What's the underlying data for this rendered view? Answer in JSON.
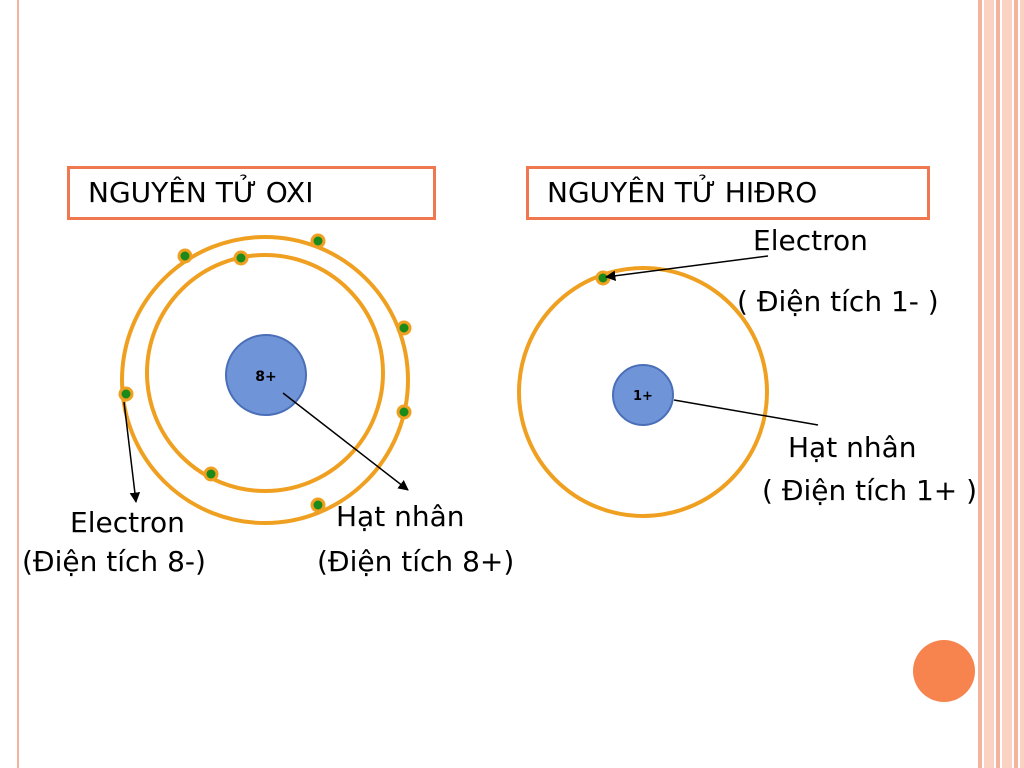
{
  "oxygen": {
    "title": "NGUYÊN TỬ OXI",
    "nucleus_label": "8+",
    "electron_label": "Electron",
    "electron_charge": "(Điện tích 8-)",
    "nucleus_name": "Hạt nhân",
    "nucleus_charge": "(Điện tích 8+)"
  },
  "hydrogen": {
    "title": "NGUYÊN TỬ HIĐRO",
    "nucleus_label": "1+",
    "electron_label": "Electron",
    "electron_charge": "( Điện tích 1- )",
    "nucleus_name": "Hạt nhân",
    "nucleus_charge": "( Điện tích  1+ )"
  },
  "colors": {
    "orbit": "#f0a020",
    "nucleus": "#7094d8",
    "electron": "#1a8a1a",
    "title_border": "#f07850",
    "accent_circle": "#f7844f"
  }
}
